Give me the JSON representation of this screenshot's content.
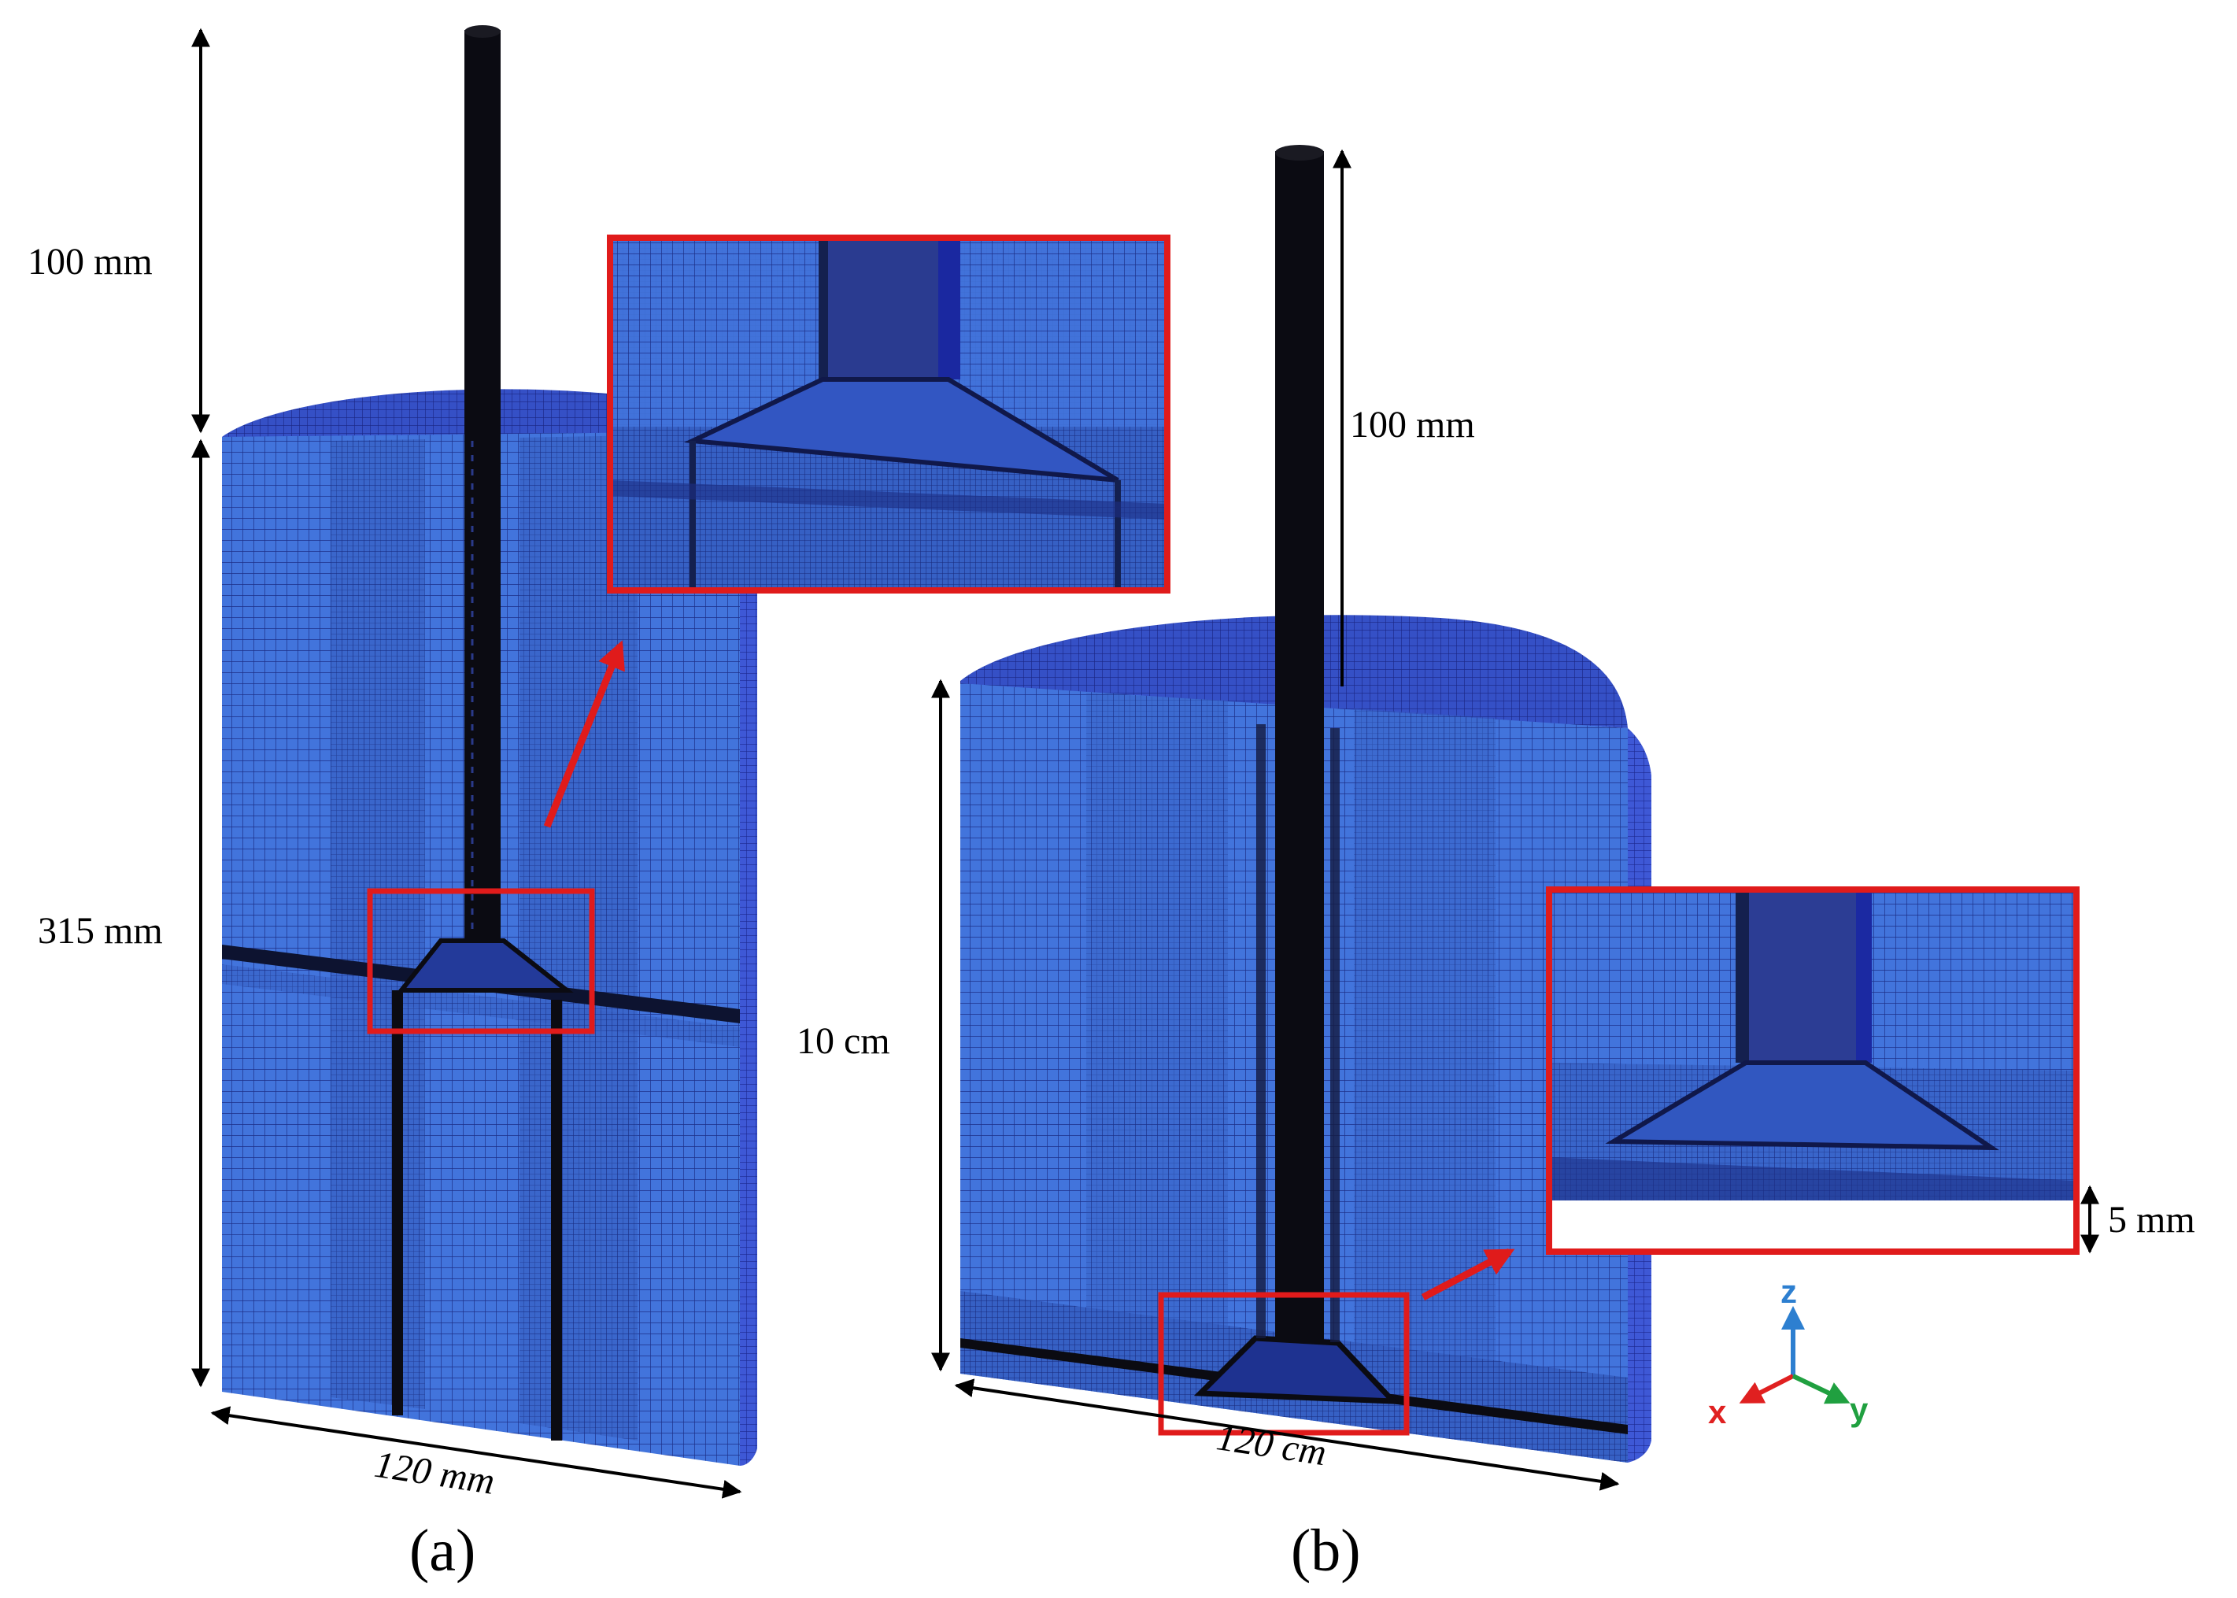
{
  "panel_a": {
    "caption": "(a)",
    "shaft_height": "100 mm",
    "tank_height": "315 mm",
    "tank_width": "120 mm"
  },
  "panel_b": {
    "caption": "(b)",
    "shaft_height": "100 mm",
    "tank_height": "10 cm",
    "tank_width": "120 cm",
    "clearance": "5 mm"
  },
  "axes": {
    "z": "z",
    "x": "x",
    "y": "y"
  },
  "colors": {
    "mesh_blue": "#3f6fd6",
    "mesh_dark": "#1d2f86",
    "shaft": "#0b0b12",
    "highlight": "#e01b1b",
    "axis_x": "#e02020",
    "axis_y": "#20a040",
    "axis_z": "#2d7fd0"
  }
}
